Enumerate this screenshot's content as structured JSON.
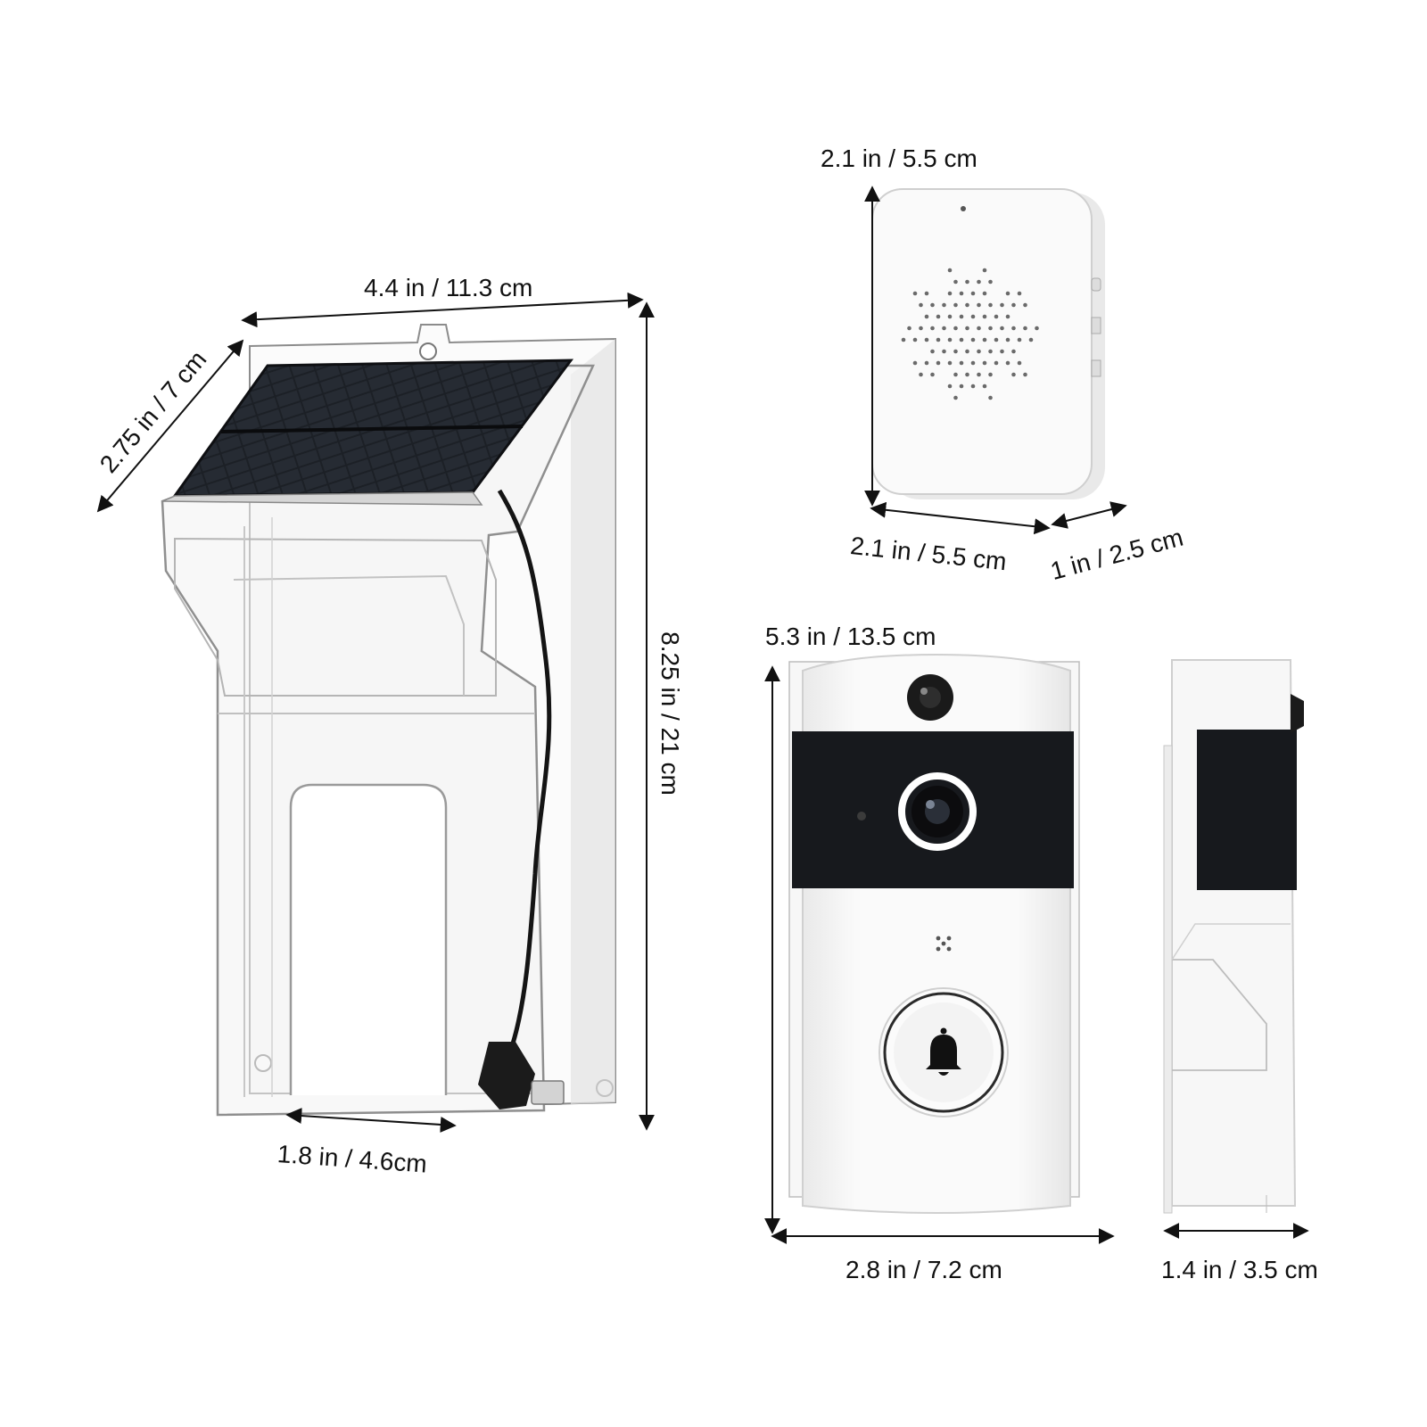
{
  "colors": {
    "dimension_line": "#111111",
    "solar_panel": "#1a1d22",
    "device_body": "#f4f4f4",
    "camera_band": "#16181c",
    "clear_cover_edge": "#9a9a9a"
  },
  "products": {
    "rain_cover": {
      "width": "4.4 in / 11.3 cm",
      "depth": "2.75 in / 7 cm",
      "height": "8.25 in / 21 cm",
      "opening": "1.8 in / 4.6cm"
    },
    "chime": {
      "top": "2.1 in / 5.5 cm",
      "bottom": "2.1 in / 5.5 cm",
      "depth": "1 in / 2.5 cm"
    },
    "doorbell": {
      "height": "5.3 in / 13.5 cm",
      "width": "2.8 in / 7.2 cm",
      "side_depth": "1.4 in / 3.5 cm"
    }
  },
  "icons": {
    "bell": "bell-icon"
  }
}
